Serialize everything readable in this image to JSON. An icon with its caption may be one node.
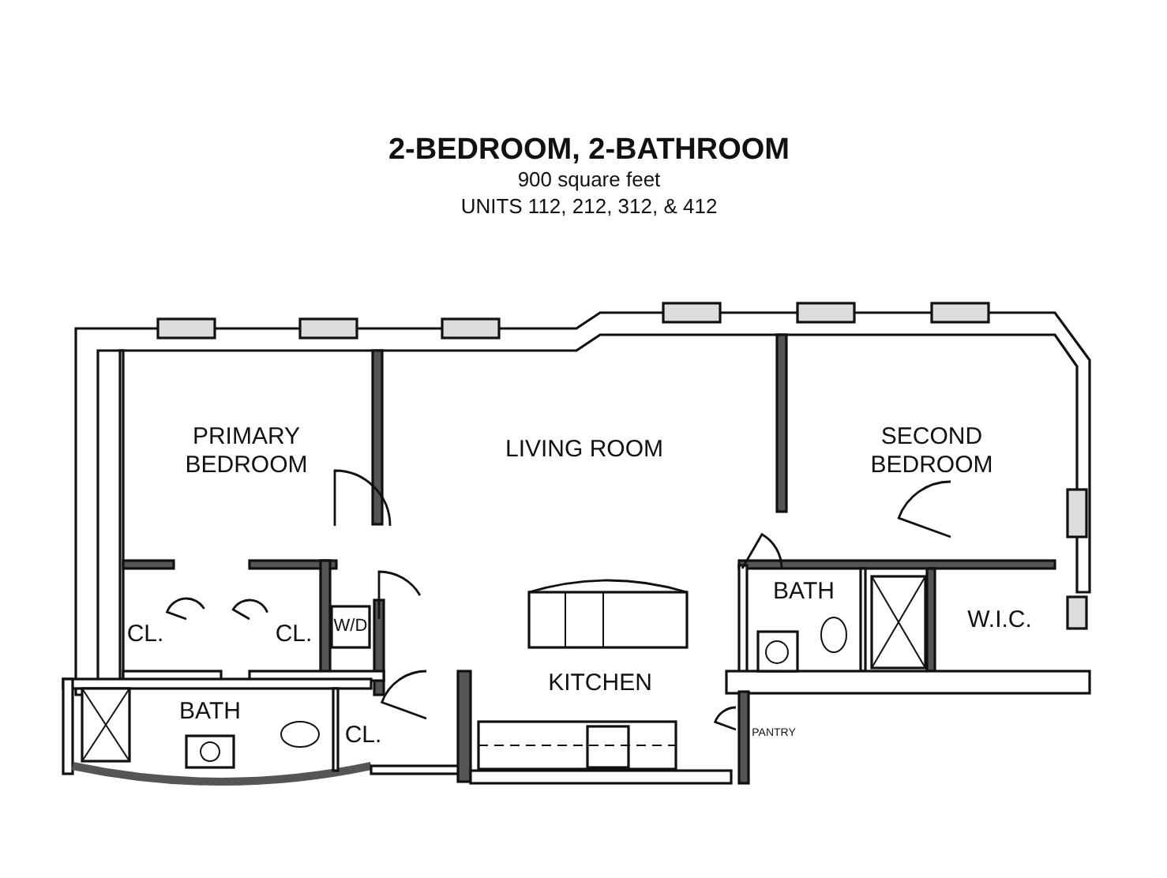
{
  "diagram": {
    "title": "2-BEDROOM, 2-BATHROOM",
    "labels": [
      "900 square feet",
      "UNITS 112, 212, 312, & 412",
      "PRIMARY BEDROOM",
      "LIVING ROOM",
      "SECOND BEDROOM",
      "BATH",
      "W.I.C.",
      "CL.",
      "CL.",
      "W/D",
      "KITCHEN",
      "BATH",
      "PANTRY",
      "CL."
    ]
  }
}
